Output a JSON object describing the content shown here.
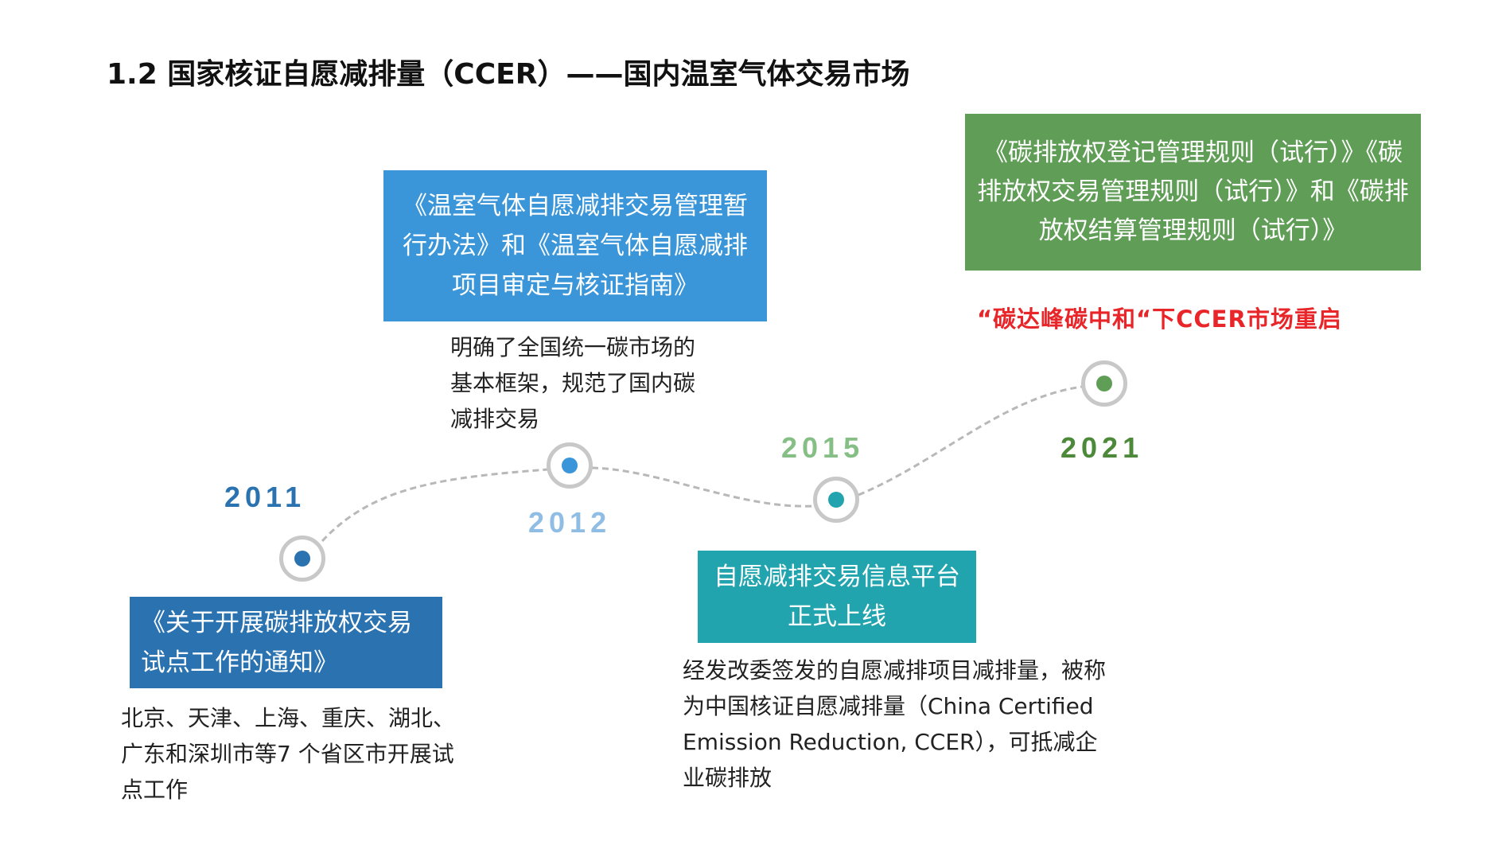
{
  "title": "1.2 国家核证自愿减排量（CCER）——国内温室气体交易市场",
  "colors": {
    "y2011": "#2a72b0",
    "y2012": "#3a96d8",
    "y2012_year": "#8fbde4",
    "y2015": "#22a4ae",
    "y2015_year": "#86bf86",
    "y2021": "#609e57",
    "y2021_year": "#4c8a3a",
    "note_red": "#e8262a",
    "node_ring": "#c8c8c8",
    "connector": "#b8b8b8"
  },
  "timeline": [
    {
      "year": "2011",
      "box_text": "《关于开展碳排放权交易试点工作的通知》",
      "description": "北京、天津、上海、重庆、湖北、广东和深圳市等7 个省区市开展试点工作"
    },
    {
      "year": "2012",
      "box_text": "《温室气体自愿减排交易管理暂行办法》和《温室气体自愿减排项目审定与核证指南》",
      "description": "明确了全国统一碳市场的基本框架，规范了国内碳减排交易"
    },
    {
      "year": "2015",
      "box_text": "自愿减排交易信息平台正式上线",
      "description": "经发改委签发的自愿减排项目减排量，被称为中国核证自愿减排量（China Certified Emission Reduction, CCER），可抵减企业碳排放"
    },
    {
      "year": "2021",
      "box_text": "《碳排放权登记管理规则（试行）》《碳排放权交易管理规则（试行）》和《碳排放权结算管理规则（试行）》",
      "note": "“碳达峰碳中和“下CCER市场重启"
    }
  ]
}
